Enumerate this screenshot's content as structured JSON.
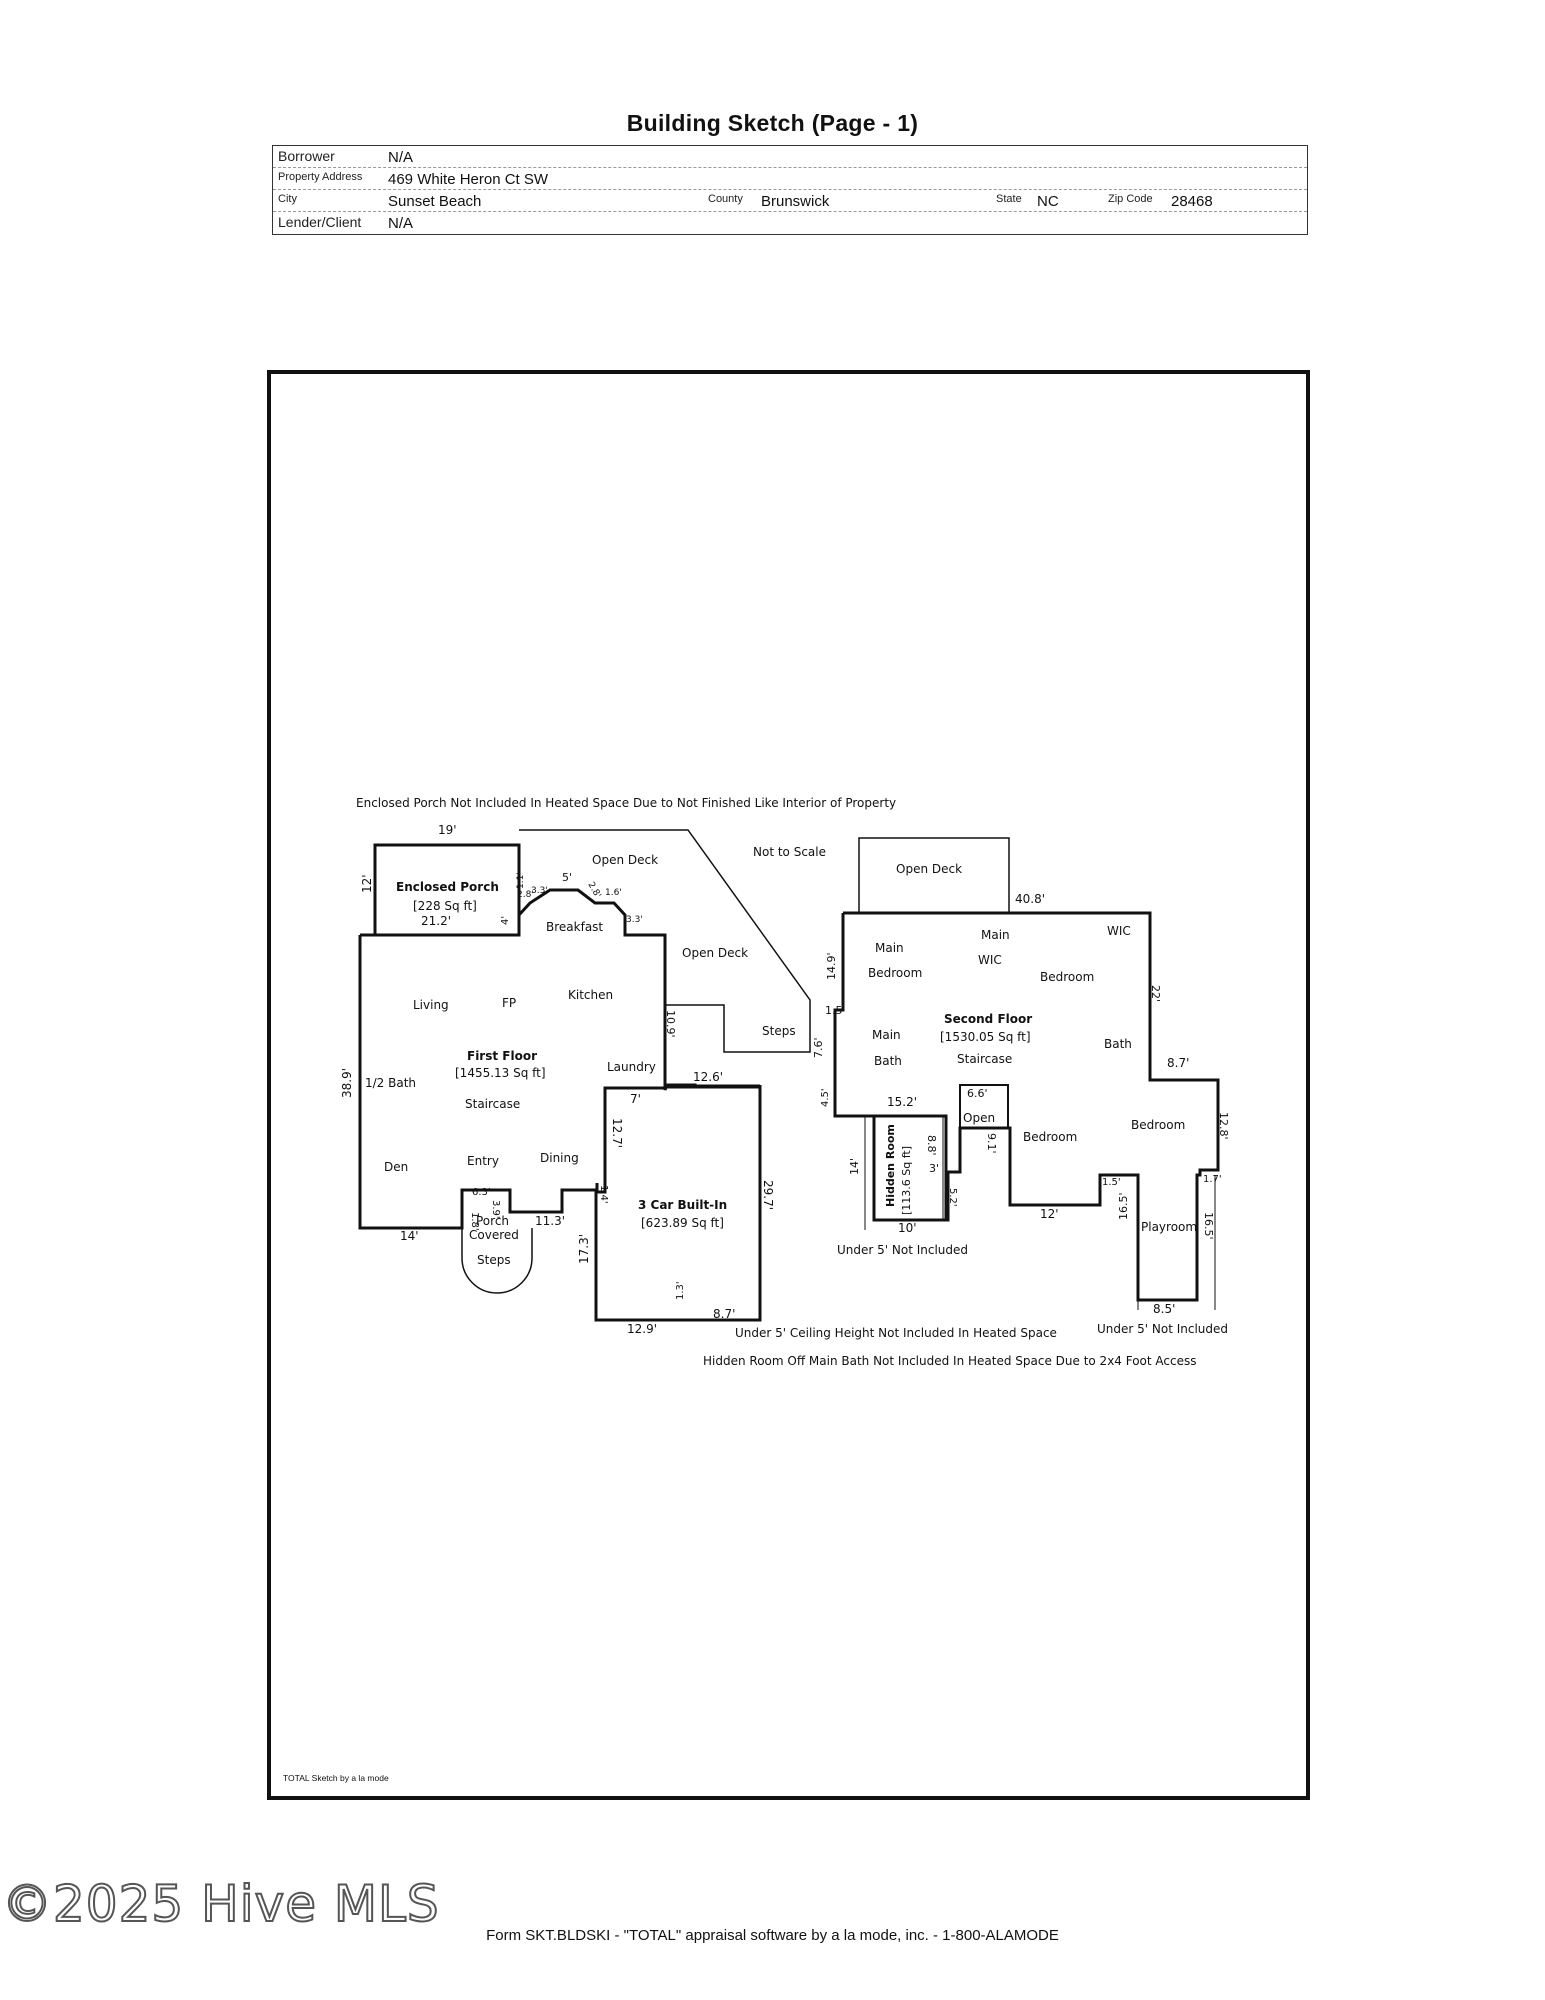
{
  "page_title": "Building Sketch (Page - 1)",
  "header": {
    "borrower_label": "Borrower",
    "borrower": "N/A",
    "address_label": "Property Address",
    "address": "469 White Heron Ct SW",
    "city_label": "City",
    "city": "Sunset Beach",
    "county_label": "County",
    "county": "Brunswick",
    "state_label": "State",
    "state": "NC",
    "zip_label": "Zip Code",
    "zip": "28468",
    "lender_label": "Lender/Client",
    "lender": "N/A"
  },
  "notes": {
    "enclosed_porch": "Enclosed Porch Not Included In Heated Space Due to Not Finished Like Interior of Property",
    "not_to_scale": "Not to Scale",
    "under5_ceiling": "Under 5' Ceiling Height  Not Included In Heated Space",
    "hidden_room": "Hidden Room Off Main Bath Not Included In Heated Space Due to 2x4 Foot Access",
    "under5_left": "Under 5' Not Included",
    "under5_right": "Under 5' Not Included"
  },
  "first_floor": {
    "title": "First Floor",
    "area": "[1455.13 Sq ft]",
    "rooms": [
      "Living",
      "FP",
      "Kitchen",
      "Breakfast",
      "Laundry",
      "1/2 Bath",
      "Staircase",
      "Den",
      "Entry",
      "Dining"
    ],
    "enclosed_porch": "Enclosed Porch",
    "enclosed_porch_area": "[228 Sq ft]",
    "open_deck_1": "Open Deck",
    "open_deck_2": "Open Deck",
    "steps_deck": "Steps",
    "porch_line1": "Porch",
    "porch_line2": "Covered",
    "porch_steps": "Steps",
    "garage": "3 Car Built-In",
    "garage_area": "[623.89 Sq ft]"
  },
  "second_floor": {
    "title": "Second Floor",
    "area": "[1530.05 Sq ft]",
    "open_deck": "Open Deck",
    "rooms": [
      "Main",
      "Bedroom",
      "Main",
      "WIC",
      "Bedroom",
      "WIC",
      "Main",
      "Bath",
      "Staircase",
      "Bath",
      "Open",
      "Bedroom",
      "Bedroom",
      "Playroom"
    ],
    "hidden_room": "Hidden Room",
    "hidden_room_area": "[113.6 Sq ft]"
  },
  "dimensions": {
    "porch_top": "19'",
    "porch_side": "12'",
    "porch_bottom": "21.2'",
    "porch_4": "4'",
    "bay_a": "3.3'",
    "bay_b": "2.8'",
    "bay_c": "1.1'",
    "bay_d": "5'",
    "bay_e": "2.8'",
    "bay_f": "1.6'",
    "bay_g": "1'",
    "bay_h": "3.3'",
    "ff_left": "38.9'",
    "ff_bottom": "14'",
    "ff_right_a": "10.9'",
    "porch_63": "6.3'",
    "porch_39": "3.9'",
    "porch_18": "1.8'",
    "ff_113": "11.3'",
    "g_126": "12.6'",
    "g_7": "7'",
    "g_127": "12.7'",
    "g_14": "1.4'",
    "g_173": "17.3'",
    "g_297": "29.7'",
    "g_129": "12.9'",
    "g_13": "1.3'",
    "g_87": "8.7'",
    "sf_408": "40.8'",
    "sf_149": "14.9'",
    "sf_15": "1.5'",
    "sf_76": "7.6'",
    "sf_45": "4.5'",
    "sf_22": "22'",
    "sf_87": "8.7'",
    "sf_128": "12.8'",
    "sf_152": "15.2'",
    "sf_66": "6.6'",
    "sf_91": "9.1'",
    "sf_14": "14'",
    "sf_88": "8.8'",
    "sf_3": "3'",
    "sf_52": "5.2'",
    "sf_10": "10'",
    "sf_12": "12'",
    "sf_15b": "1.5'",
    "sf_165": "16.5'",
    "sf_17": "1.7'",
    "sf_165b": "16.5'",
    "sf_85": "8.5'"
  },
  "sketch_credit": "TOTAL Sketch by a la mode",
  "watermark": "©2025 Hive MLS",
  "footer": "Form SKT.BLDSKI - \"TOTAL\" appraisal software by a la mode, inc. - 1-800-ALAMODE"
}
